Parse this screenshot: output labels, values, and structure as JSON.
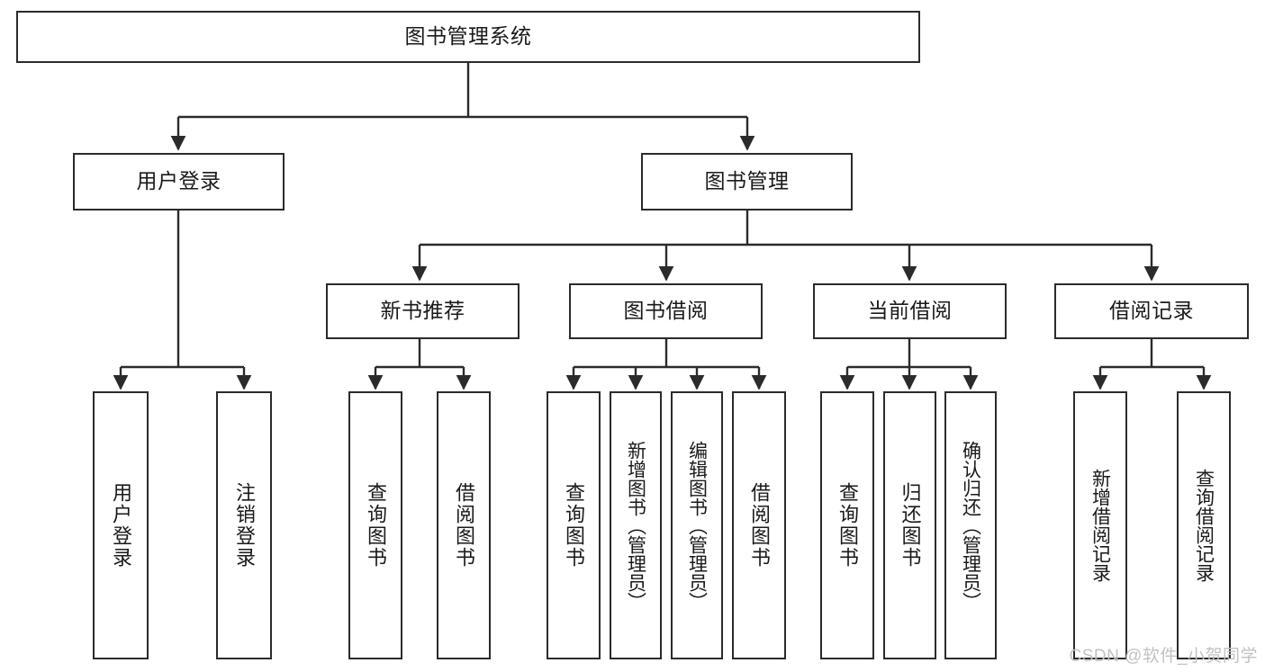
{
  "diagram": {
    "title": "图书管理系统",
    "type": "hierarchy-tree",
    "colors": {
      "box_stroke": "#2b2b2b",
      "box_fill": "#ffffff",
      "connector": "#2b2b2b",
      "text": "#1a1a1a",
      "watermark": "#c2c2c2"
    },
    "levels": {
      "level0": [
        {
          "id": "root",
          "label": "图书管理系统",
          "orientation": "horizontal"
        }
      ],
      "level1": [
        {
          "id": "user-login",
          "label": "用户登录",
          "orientation": "horizontal"
        },
        {
          "id": "book-manage",
          "label": "图书管理",
          "orientation": "horizontal"
        }
      ],
      "level2": [
        {
          "id": "new-book-rec",
          "label": "新书推荐",
          "orientation": "horizontal"
        },
        {
          "id": "book-borrow",
          "label": "图书借阅",
          "orientation": "horizontal"
        },
        {
          "id": "current-borrow",
          "label": "当前借阅",
          "orientation": "horizontal"
        },
        {
          "id": "borrow-record",
          "label": "借阅记录",
          "orientation": "horizontal"
        }
      ],
      "level3": [
        {
          "id": "leaf-user-login",
          "label": "用户登录",
          "parent": "user-login",
          "orientation": "vertical"
        },
        {
          "id": "leaf-user-logout",
          "label": "注销登录",
          "parent": "user-login",
          "orientation": "vertical"
        },
        {
          "id": "leaf-query-book-1",
          "label": "查询图书",
          "parent": "new-book-rec",
          "orientation": "vertical"
        },
        {
          "id": "leaf-borrow-book-1",
          "label": "借阅图书",
          "parent": "new-book-rec",
          "orientation": "vertical"
        },
        {
          "id": "leaf-query-book-2",
          "label": "查询图书",
          "parent": "book-borrow",
          "orientation": "vertical"
        },
        {
          "id": "leaf-add-book",
          "label": "新增图书（管理员）",
          "parent": "book-borrow",
          "orientation": "vertical"
        },
        {
          "id": "leaf-edit-book",
          "label": "编辑图书（管理员）",
          "parent": "book-borrow",
          "orientation": "vertical"
        },
        {
          "id": "leaf-borrow-book-2",
          "label": "借阅图书",
          "parent": "book-borrow",
          "orientation": "vertical"
        },
        {
          "id": "leaf-query-book-3",
          "label": "查询图书",
          "parent": "current-borrow",
          "orientation": "vertical"
        },
        {
          "id": "leaf-return-book",
          "label": "归还图书",
          "parent": "current-borrow",
          "orientation": "vertical"
        },
        {
          "id": "leaf-confirm-return",
          "label": "确认归还（管理员）",
          "parent": "current-borrow",
          "orientation": "vertical"
        },
        {
          "id": "leaf-add-record",
          "label": "新增借阅记录",
          "parent": "borrow-record",
          "orientation": "vertical"
        },
        {
          "id": "leaf-query-record",
          "label": "查询借阅记录",
          "parent": "borrow-record",
          "orientation": "vertical"
        }
      ]
    },
    "watermark": "CSDN @软件_小贺同学"
  }
}
